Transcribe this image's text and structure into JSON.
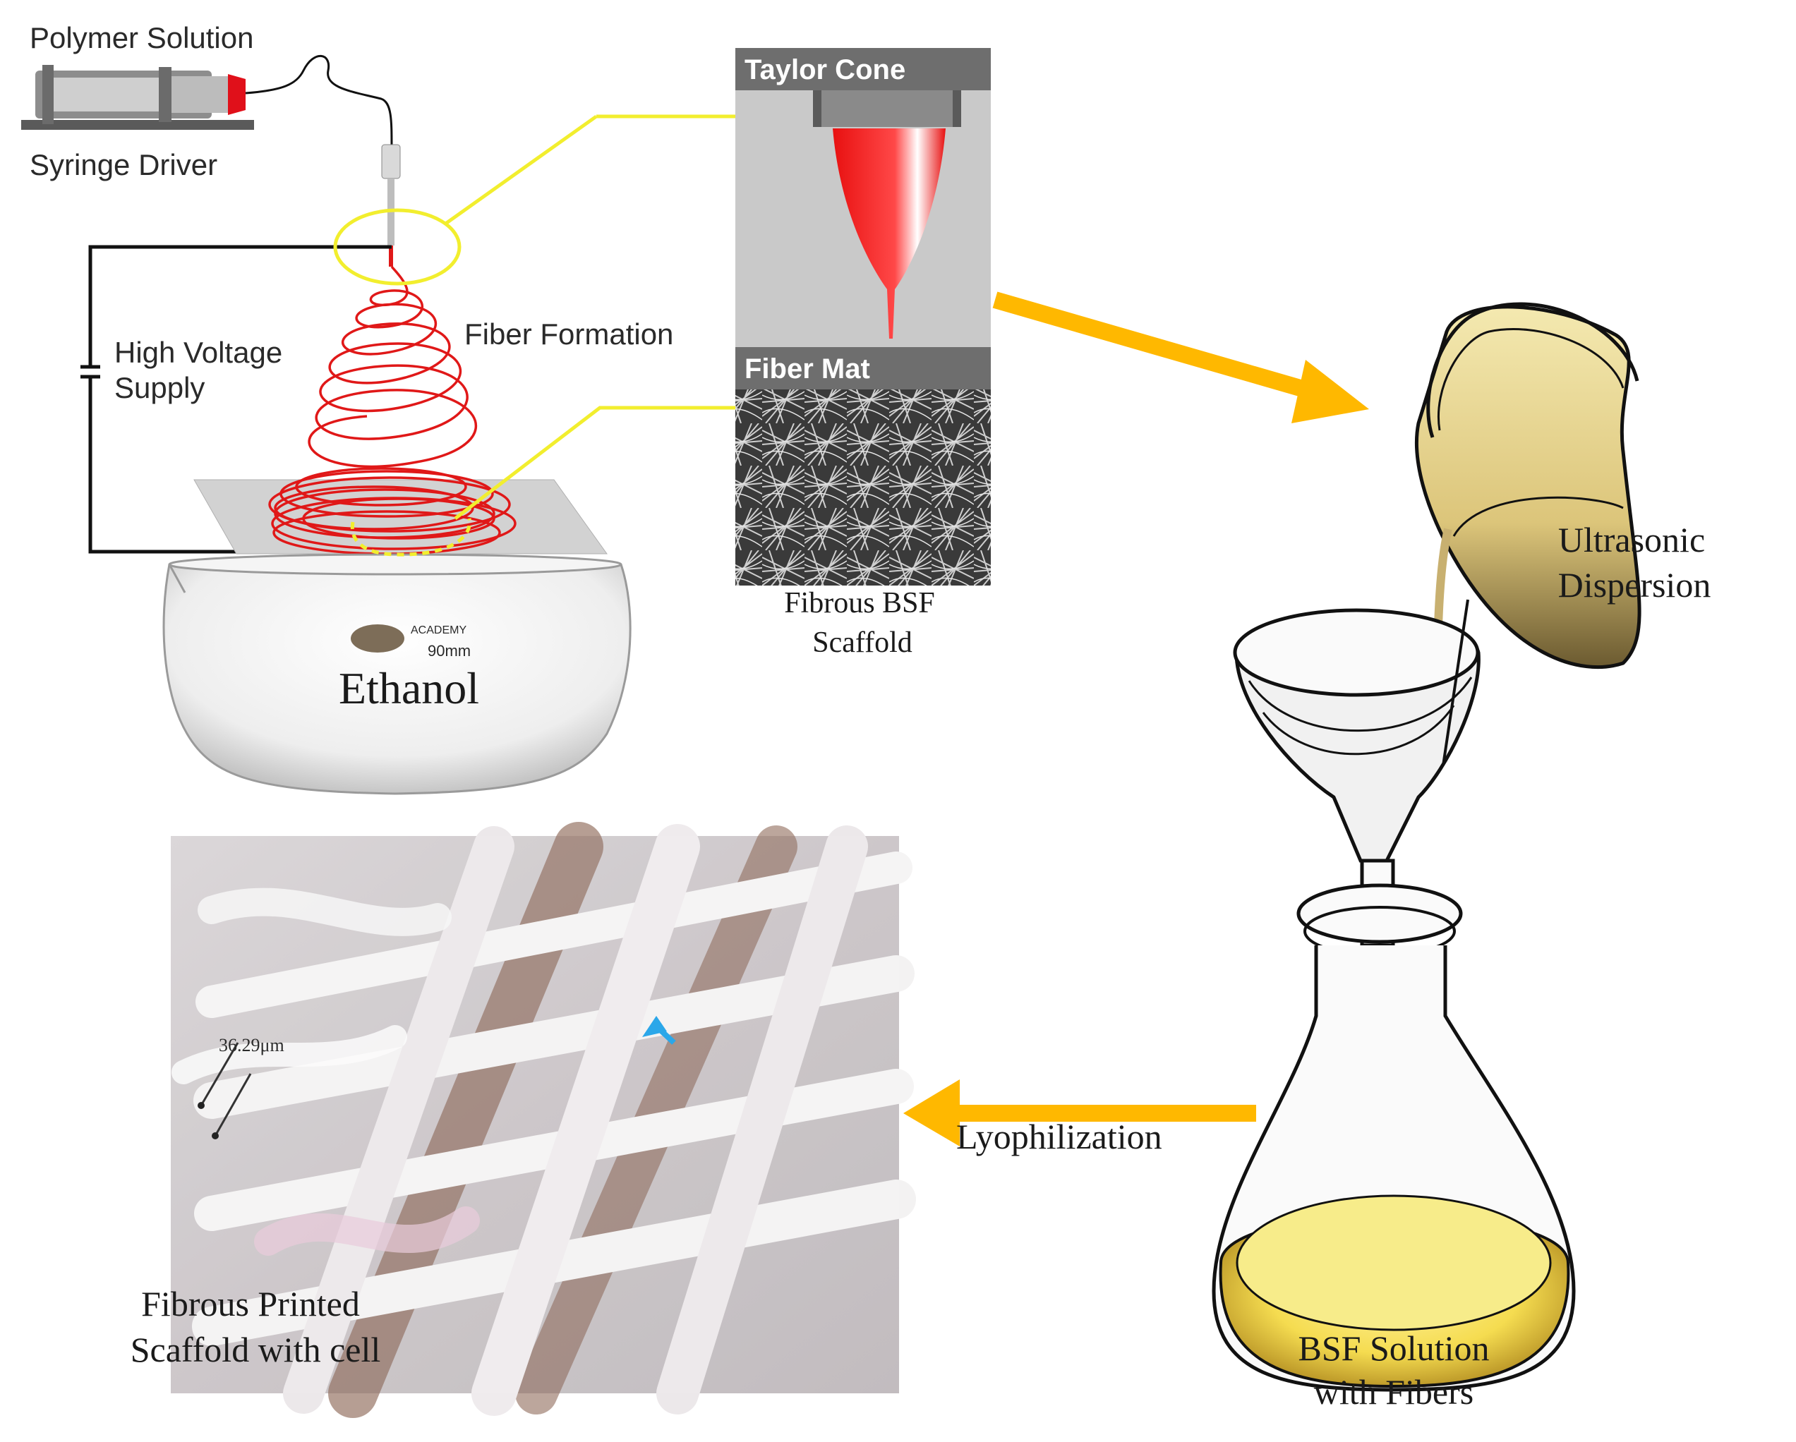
{
  "labels": {
    "polymer_solution": "Polymer Solution",
    "syringe_driver": "Syringe Driver",
    "high_voltage_line1": "High Voltage",
    "high_voltage_line2": "Supply",
    "fiber_formation": "Fiber Formation",
    "ethanol": "Ethanol",
    "dish_brand": "ACADEMY",
    "dish_size": "90mm",
    "taylor_cone": "Taylor Cone",
    "fiber_mat": "Fiber Mat",
    "fibrous_bsf_line1": "Fibrous BSF",
    "fibrous_bsf_line2": "Scaffold",
    "ultrasonic_line1": "Ultrasonic",
    "ultrasonic_line2": "Dispersion",
    "bsf_solution_line1": "BSF Solution",
    "bsf_solution_line2": "with Fibers",
    "lyophilization": "Lyophilization",
    "printed_scaffold_line1": "Fibrous Printed",
    "printed_scaffold_line2": "Scaffold with cell",
    "scale_measure": "36.29μm"
  },
  "colors": {
    "arrow": "#ffb800",
    "connector": "#f2ee2e",
    "fiber": "#e01818",
    "liquid": "#f0e4a0",
    "panel_header": "#6e6e6e"
  },
  "icons": {
    "syringe": "syringe-icon",
    "beaker": "beaker-icon",
    "funnel": "funnel-icon",
    "flask": "erlenmeyer-flask-icon",
    "dish": "evaporating-dish-icon"
  }
}
